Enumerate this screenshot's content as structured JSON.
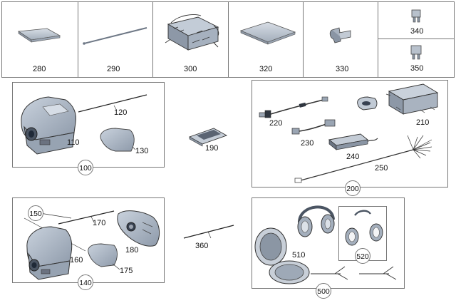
{
  "top_row": {
    "cells": [
      {
        "label": "280"
      },
      {
        "label": "290"
      },
      {
        "label": "300"
      },
      {
        "label": "320"
      },
      {
        "label": "330"
      },
      {
        "label": "340"
      },
      {
        "label": "350"
      }
    ]
  },
  "group_100": {
    "number": "100",
    "labels": {
      "p110": "110",
      "p120": "120",
      "p130": "130"
    }
  },
  "standalone": {
    "p190": "190",
    "p360": "360"
  },
  "group_200": {
    "number": "200",
    "labels": {
      "p210": "210",
      "p220": "220",
      "p230": "230",
      "p240": "240",
      "p250": "250"
    }
  },
  "group_140": {
    "number": "140",
    "labels": {
      "p150": "150",
      "p160": "160",
      "p170": "170",
      "p175": "175",
      "p180": "180"
    }
  },
  "group_500": {
    "number": "500",
    "labels": {
      "p510": "510",
      "p520": "520"
    }
  }
}
